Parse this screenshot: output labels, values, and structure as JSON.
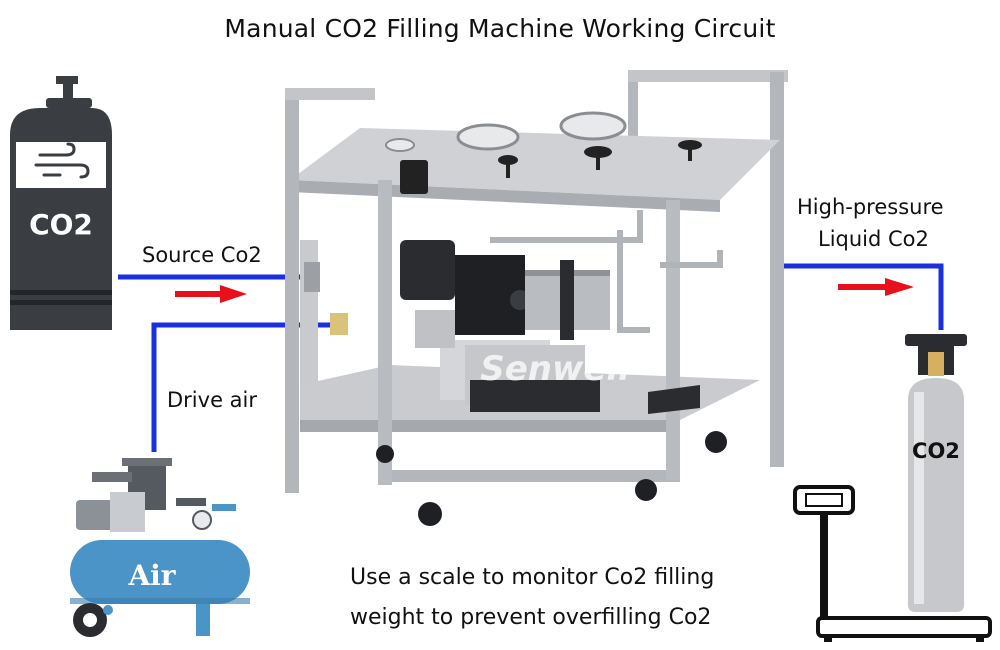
{
  "title": "Manual CO2 Filling Machine Working Circuit",
  "labels": {
    "source": "Source Co2",
    "drive_air": "Drive air",
    "high_pressure_line1": "High-pressure",
    "high_pressure_line2": "Liquid Co2",
    "note_line1": "Use a scale to monitor Co2 filling",
    "note_line2": "weight to prevent overfilling Co2"
  },
  "source_cylinder": {
    "label": "CO2"
  },
  "target_cylinder": {
    "label": "CO2"
  },
  "compressor": {
    "label": "Air"
  },
  "machine": {
    "brand": "Senwell"
  },
  "colors": {
    "pipe": "#1a2fe0",
    "arrow": "#e8101a",
    "cylinder_dark": "#3a3d42",
    "compressor_tank": "#4a94c8",
    "steel": "#c3c5c8"
  }
}
